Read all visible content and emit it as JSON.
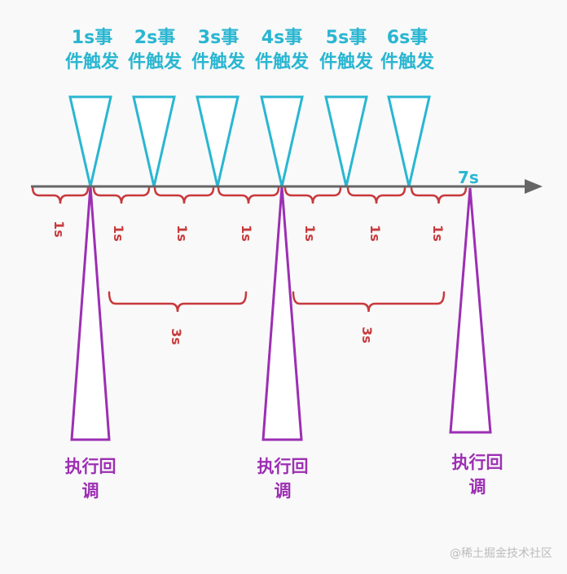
{
  "events": [
    "1s事件触发",
    "2s事件触发",
    "3s事件触发",
    "4s事件触发",
    "5s事件触发",
    "6s事件触发"
  ],
  "end_label": "7s",
  "interval_label": "1s",
  "window_label": "3s",
  "callback_label": "执行回调",
  "watermark": "@稀土掘金技术社区",
  "colors": {
    "event": "#29b6d1",
    "callback": "#9c2fb3",
    "brace": "#c8393c",
    "axis": "#666666"
  }
}
